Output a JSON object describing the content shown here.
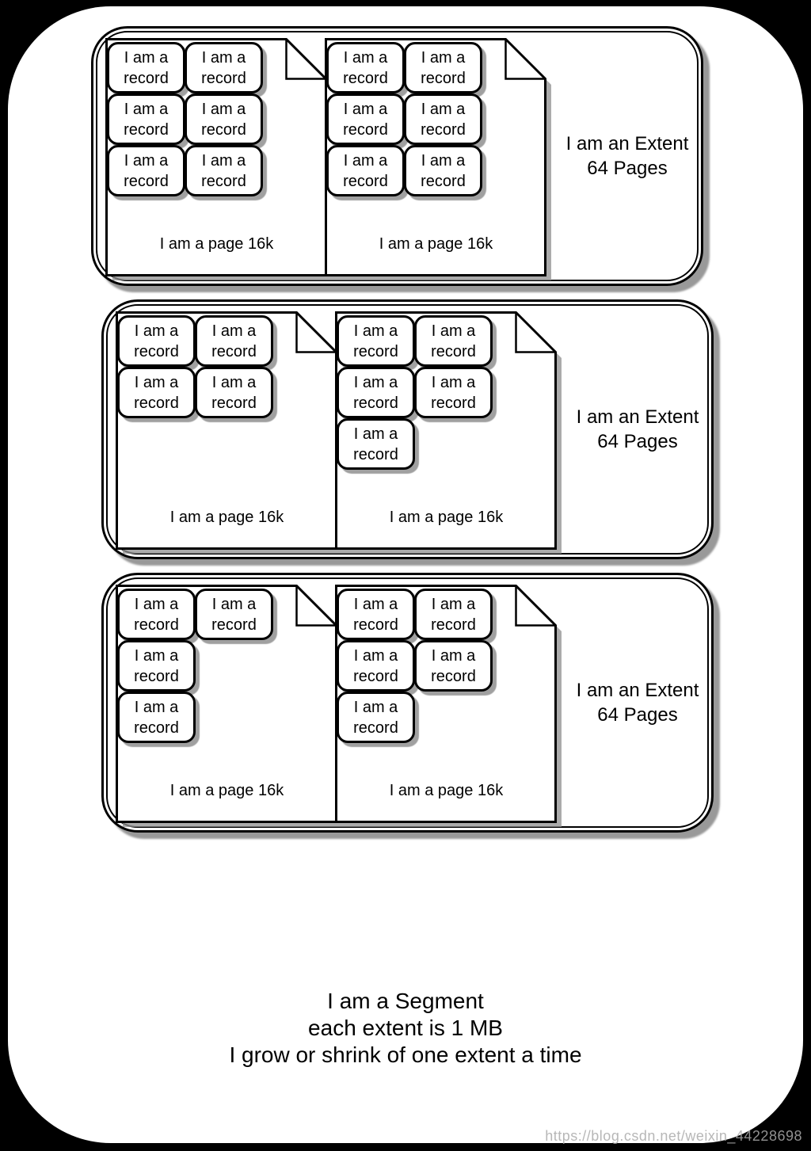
{
  "colors": {
    "background": "#000000",
    "surface": "#ffffff",
    "line": "#000000",
    "shadow": "#999999",
    "watermark": "#ababab"
  },
  "record_label": "I am a record",
  "page_label": "I am a page 16k",
  "extent_label": {
    "line1": "I am an Extent",
    "line2": "64 Pages"
  },
  "caption": {
    "line1": "I am a Segment",
    "line2": "each extent is 1 MB",
    "line3": "I grow or shrink of one extent a time"
  },
  "watermark": "https://blog.csdn.net/weixin_44228698",
  "extents": [
    {
      "id": "extent-1",
      "pages": [
        {
          "records": [
            {
              "r": 0,
              "c": 0
            },
            {
              "r": 0,
              "c": 1
            },
            {
              "r": 1,
              "c": 0
            },
            {
              "r": 1,
              "c": 1
            },
            {
              "r": 2,
              "c": 0
            },
            {
              "r": 2,
              "c": 1
            }
          ]
        },
        {
          "records": [
            {
              "r": 0,
              "c": 0
            },
            {
              "r": 0,
              "c": 1
            },
            {
              "r": 1,
              "c": 0
            },
            {
              "r": 1,
              "c": 1
            },
            {
              "r": 2,
              "c": 0
            },
            {
              "r": 2,
              "c": 1
            }
          ]
        }
      ]
    },
    {
      "id": "extent-2",
      "pages": [
        {
          "records": [
            {
              "r": 0,
              "c": 0
            },
            {
              "r": 0,
              "c": 1
            },
            {
              "r": 1,
              "c": 0
            },
            {
              "r": 1,
              "c": 1
            }
          ]
        },
        {
          "records": [
            {
              "r": 0,
              "c": 0
            },
            {
              "r": 0,
              "c": 1
            },
            {
              "r": 1,
              "c": 0
            },
            {
              "r": 1,
              "c": 1
            },
            {
              "r": 2,
              "c": 0
            }
          ]
        }
      ]
    },
    {
      "id": "extent-3",
      "pages": [
        {
          "records": [
            {
              "r": 0,
              "c": 0
            },
            {
              "r": 0,
              "c": 1
            },
            {
              "r": 1,
              "c": 0
            },
            {
              "r": 2,
              "c": 0
            }
          ]
        },
        {
          "records": [
            {
              "r": 0,
              "c": 0
            },
            {
              "r": 0,
              "c": 1
            },
            {
              "r": 1,
              "c": 0
            },
            {
              "r": 1,
              "c": 1
            },
            {
              "r": 2,
              "c": 0
            }
          ]
        }
      ]
    }
  ]
}
